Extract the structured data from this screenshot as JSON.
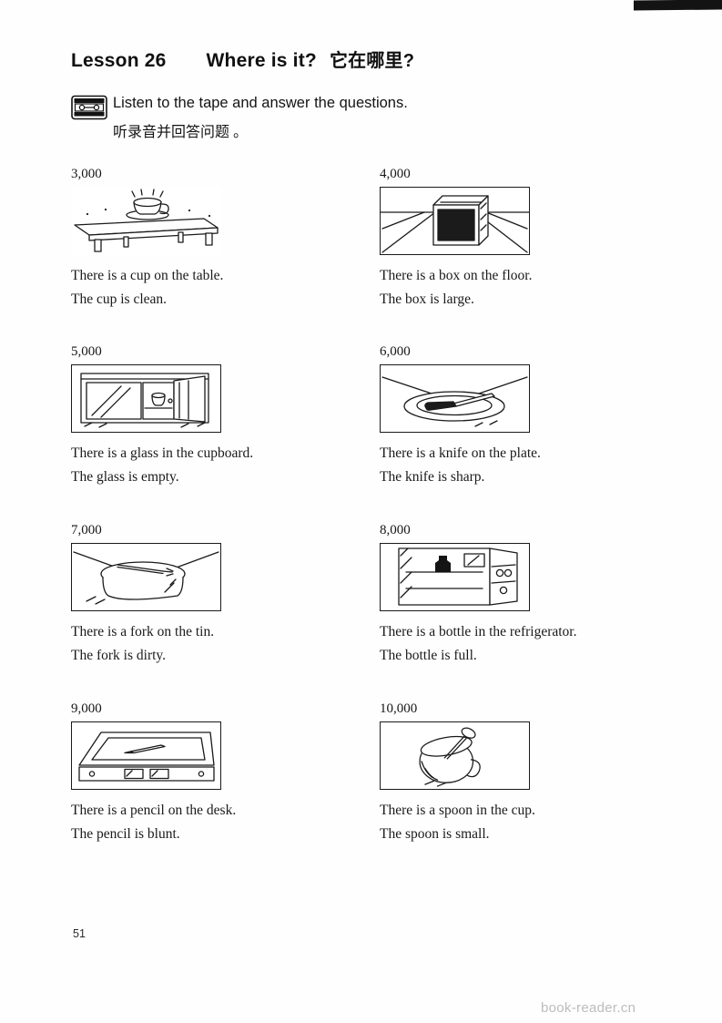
{
  "header": {
    "lesson": "Lesson 26",
    "title_en": "Where is it?",
    "title_zh": "它在哪里?"
  },
  "instructions": {
    "icon": "cassette-tape-icon",
    "en": "Listen to the tape and answer the questions.",
    "zh": "听录音并回答问题 。"
  },
  "items": [
    {
      "number": "3,000",
      "image": "cup-on-table",
      "line1": "There is a cup on the table.",
      "line2": "The cup is clean."
    },
    {
      "number": "4,000",
      "image": "box-on-floor",
      "line1": "There is a box on the floor.",
      "line2": "The box is large."
    },
    {
      "number": "5,000",
      "image": "glass-in-cupboard",
      "line1": "There is a glass in the cupboard.",
      "line2": "The glass is empty."
    },
    {
      "number": "6,000",
      "image": "knife-on-plate",
      "line1": "There is a knife on the plate.",
      "line2": "The knife is sharp."
    },
    {
      "number": "7,000",
      "image": "fork-on-tin",
      "line1": "There is a fork on the tin.",
      "line2": "The fork is dirty."
    },
    {
      "number": "8,000",
      "image": "bottle-in-refrigerator",
      "line1": "There is a bottle in the refrigerator.",
      "line2": "The bottle is full."
    },
    {
      "number": "9,000",
      "image": "pencil-on-desk",
      "line1": "There is a pencil on the desk.",
      "line2": "The pencil is blunt."
    },
    {
      "number": "10,000",
      "image": "spoon-in-cup",
      "line1": "There is a spoon in the cup.",
      "line2": "The spoon is small."
    }
  ],
  "footer": {
    "page_number": "51",
    "watermark": "book-reader.cn"
  }
}
